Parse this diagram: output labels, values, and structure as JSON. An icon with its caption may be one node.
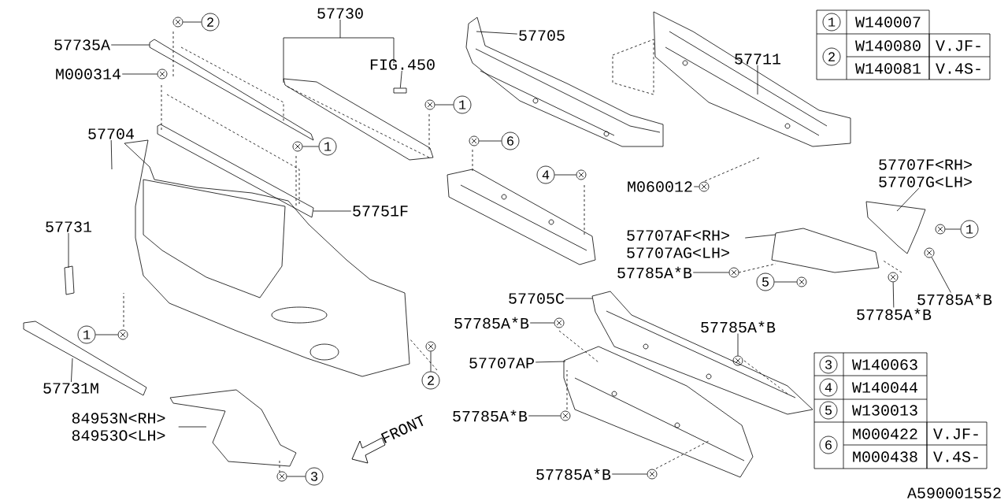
{
  "diagram": {
    "nodes": [
      {
        "text": [
          "57735A"
        ]
      },
      {
        "text": [
          "2"
        ]
      },
      {
        "text": [
          "M000314"
        ]
      },
      {
        "text": [
          "57730"
        ]
      },
      {
        "text": [
          "FIG.450"
        ]
      },
      {
        "text": [
          "1"
        ]
      },
      {
        "text": [
          "57704"
        ]
      },
      {
        "text": [
          "1"
        ]
      },
      {
        "text": [
          "57751F"
        ]
      },
      {
        "text": [
          "57731"
        ]
      },
      {
        "text": [
          "1"
        ]
      },
      {
        "text": [
          "57731M"
        ]
      },
      {
        "text": [
          "2"
        ]
      },
      {
        "text": [
          "84953N<RH> 84953O<LH>"
        ]
      },
      {
        "text": [
          "3"
        ]
      },
      {
        "text": [
          "57705"
        ]
      },
      {
        "text": [
          "57711"
        ]
      },
      {
        "text": [
          "6"
        ]
      },
      {
        "text": [
          "4"
        ]
      },
      {
        "text": [
          "M060012"
        ]
      },
      {
        "text": [
          "57707F<RH> 57707G<LH>"
        ]
      },
      {
        "text": [
          "57707AF<RH> 57707AG<LH>"
        ]
      },
      {
        "text": [
          "1"
        ]
      },
      {
        "text": [
          "57785A*B"
        ]
      },
      {
        "text": [
          "5"
        ]
      },
      {
        "text": [
          "57785A*B"
        ]
      },
      {
        "text": [
          "57785A*B"
        ]
      },
      {
        "text": [
          "57705C"
        ]
      },
      {
        "text": [
          "57785A*B"
        ]
      },
      {
        "text": [
          "57785A*B"
        ]
      },
      {
        "text": [
          "57707AP"
        ]
      },
      {
        "text": [
          "57785A*B"
        ]
      },
      {
        "text": [
          "57785A*B"
        ]
      },
      {
        "text": [
          "1"
        ]
      },
      {
        "text": [
          "2"
        ]
      },
      {
        "text": [
          "3"
        ]
      },
      {
        "text": [
          "4"
        ]
      },
      {
        "text": [
          "5"
        ]
      },
      {
        "text": [
          "6"
        ]
      },
      {
        "text": [],
        "shape": "picture"
      },
      {
        "text": [],
        "shape": "picture"
      },
      {
        "text": [],
        "shape": "box"
      },
      {
        "text": [],
        "shape": "picture"
      },
      {
        "text": [],
        "shape": "picture"
      },
      {
        "text": [],
        "shape": "picture"
      },
      {
        "text": [],
        "shape": "picture"
      },
      {
        "text": [],
        "shape": "picture"
      },
      {
        "text": [],
        "shape": "picture"
      },
      {
        "text": [],
        "shape": "picture"
      },
      {
        "text": [],
        "shape": "picture"
      },
      {
        "text": [],
        "shape": "picture"
      },
      {
        "text": [],
        "shape": "picture"
      },
      {
        "text": [],
        "shape": "picture"
      },
      {
        "text": [],
        "shape": "picture"
      },
      {
        "text": [],
        "shape": "picture"
      },
      {
        "text": [],
        "shape": "picture"
      },
      {
        "text": [],
        "shape": "picture"
      },
      {
        "text": [],
        "shape": "picture"
      },
      {
        "text": [],
        "shape": "picture"
      }
    ],
    "edges": [
      {
        "from": 0,
        "to": null,
        "arrow": "none"
      },
      {
        "from": 1,
        "to": 39,
        "arrow": "none"
      },
      {
        "from": 2,
        "to": 40,
        "arrow": "none"
      },
      {
        "from": 3,
        "to": null,
        "arrow": "none"
      },
      {
        "from": 4,
        "to": 41,
        "arrow": "none"
      },
      {
        "from": 5,
        "to": 42,
        "arrow": "none"
      },
      {
        "from": 6,
        "to": null,
        "arrow": "none"
      },
      {
        "from": 7,
        "to": 43,
        "arrow": "none"
      },
      {
        "from": 8,
        "to": null,
        "arrow": "none"
      },
      {
        "from": 9,
        "to": null,
        "arrow": "none"
      },
      {
        "from": 10,
        "to": 44,
        "arrow": "none"
      },
      {
        "from": 11,
        "to": null,
        "arrow": "none"
      },
      {
        "from": 12,
        "to": 45,
        "arrow": "none"
      },
      {
        "from": 13,
        "to": null,
        "arrow": "none"
      },
      {
        "from": 14,
        "to": 46,
        "arrow": "none"
      },
      {
        "from": 15,
        "to": null,
        "arrow": "none"
      },
      {
        "from": 16,
        "to": null,
        "arrow": "none"
      },
      {
        "from": 17,
        "to": 47,
        "arrow": "none"
      },
      {
        "from": 18,
        "to": 48,
        "arrow": "none"
      },
      {
        "from": 19,
        "to": 49,
        "arrow": "none"
      },
      {
        "from": 20,
        "to": null,
        "arrow": "none"
      },
      {
        "from": 21,
        "to": null,
        "arrow": "none"
      },
      {
        "from": 22,
        "to": 50,
        "arrow": "none"
      },
      {
        "from": 23,
        "to": 51,
        "arrow": "none"
      },
      {
        "from": 24,
        "to": 52,
        "arrow": "none"
      },
      {
        "from": 25,
        "to": 53,
        "arrow": "none"
      },
      {
        "from": 26,
        "to": 54,
        "arrow": "none"
      },
      {
        "from": 27,
        "to": null,
        "arrow": "none"
      },
      {
        "from": 28,
        "to": 55,
        "arrow": "none"
      },
      {
        "from": 29,
        "to": 56,
        "arrow": "none"
      },
      {
        "from": 30,
        "to": null,
        "arrow": "none"
      },
      {
        "from": 31,
        "to": 57,
        "arrow": "none"
      },
      {
        "from": 32,
        "to": 58,
        "arrow": "none"
      }
    ],
    "labels": [
      "W140007",
      "W140080",
      "V.JF-",
      "W140081",
      "V.4S-",
      "W140063",
      "W140044",
      "W130013",
      "M000422",
      "V.JF-",
      "M000438",
      "V.4S-",
      "FRONT",
      "A590001552"
    ]
  }
}
